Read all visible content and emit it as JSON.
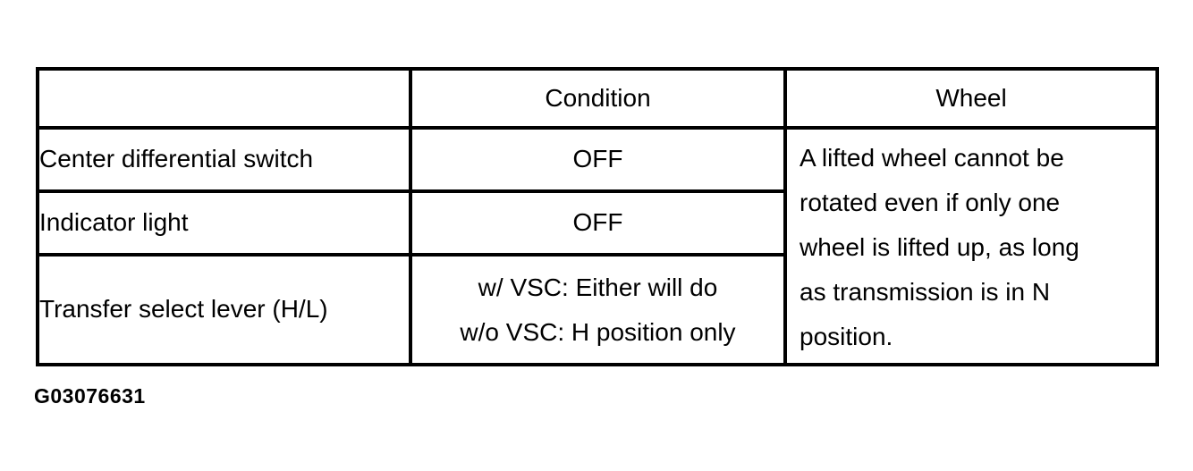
{
  "figure_id": "G03076631",
  "table": {
    "headers": {
      "item": "",
      "condition": "Condition",
      "wheel": "Wheel"
    },
    "rows": [
      {
        "label": "Center differential switch",
        "condition": "OFF"
      },
      {
        "label": "Indicator light",
        "condition": "OFF"
      },
      {
        "label": "Transfer select lever (H/L)",
        "condition_lines": [
          "w/ VSC: Either will do",
          "w/o VSC: H position only"
        ]
      }
    ],
    "wheel_note_lines": [
      "A lifted wheel cannot be",
      "rotated even if only one",
      "wheel is lifted up, as long",
      "as transmission is in N",
      "position."
    ],
    "wheel_note_full": "A lifted wheel cannot be rotated even if only one wheel is lifted up, as long as transmission is in N position."
  },
  "colors": {
    "border": "#000000",
    "text": "#000000",
    "background": "#ffffff"
  }
}
